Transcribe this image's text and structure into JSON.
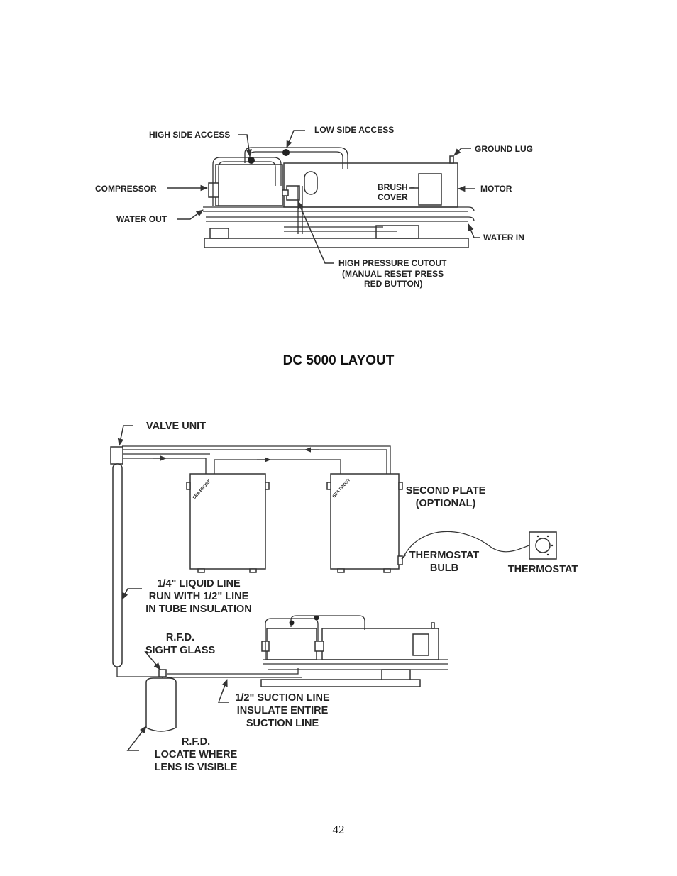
{
  "upper_diagram": {
    "labels": {
      "high_side_access": "HIGH SIDE ACCESS",
      "low_side_access": "LOW SIDE ACCESS",
      "ground_lug": "GROUND LUG",
      "compressor": "COMPRESSOR",
      "brush_cover_1": "BRUSH –",
      "brush_cover_2": "COVER",
      "motor": "MOTOR",
      "water_out": "WATER OUT",
      "water_in": "WATER IN",
      "hp_cutout_1": "HIGH PRESSURE CUTOUT",
      "hp_cutout_2": "(MANUAL RESET PRESS",
      "hp_cutout_3": "RED BUTTON)"
    }
  },
  "title": "DC 5000 LAYOUT",
  "lower_diagram": {
    "labels": {
      "valve_unit": "VALVE UNIT",
      "second_plate_1": "SECOND PLATE",
      "second_plate_2": "(OPTIONAL)",
      "thermostat_bulb_1": "THERMOSTAT",
      "thermostat_bulb_2": "BULB",
      "thermostat": "THERMOSTAT",
      "liquid_line_1": "1/4\" LIQUID LINE",
      "liquid_line_2": "RUN WITH 1/2\" LINE",
      "liquid_line_3": "IN TUBE INSULATION",
      "rfd_sight_1": "R.F.D.",
      "rfd_sight_2": "SIGHT GLASS",
      "suction_1": "1/2\" SUCTION LINE",
      "suction_2": "INSULATE ENTIRE",
      "suction_3": "SUCTION LINE",
      "rfd_locate_1": "R.F.D.",
      "rfd_locate_2": "LOCATE WHERE",
      "rfd_locate_3": "LENS IS VISIBLE",
      "plate_text": "SEA FROST"
    }
  },
  "page_number": "42"
}
